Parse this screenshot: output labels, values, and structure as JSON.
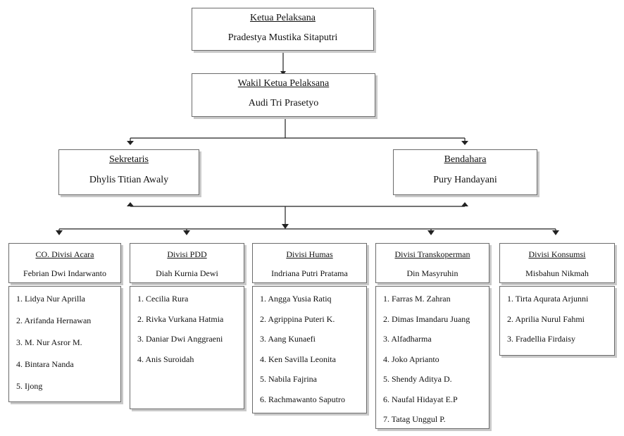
{
  "ketua": {
    "title": "Ketua Pelaksana",
    "name": "Pradestya Mustika Sitaputri"
  },
  "wakil": {
    "title": "Wakil Ketua Pelaksana",
    "name": "Audi Tri Prasetyo"
  },
  "sekretaris": {
    "title": "Sekretaris",
    "name": "Dhylis Titian Awaly"
  },
  "bendahara": {
    "title": "Bendahara",
    "name": "Pury Handayani"
  },
  "divisions": [
    {
      "title": "CO. Divisi  Acara",
      "head": "Febrian Dwi Indarwanto",
      "members": [
        "1. Lidya Nur Aprilla",
        "2. Arifanda Hernawan",
        "3. M. Nur Asror M.",
        "4. Bintara Nanda",
        "5. Ijong"
      ]
    },
    {
      "title": "Divisi PDD",
      "head": "Diah Kurnia Dewi",
      "members": [
        "1. Cecilia  Rura",
        "2. Rivka Vurkana Hatmia",
        "3. Daniar Dwi  Anggraeni",
        "4. Anis  Suroidah"
      ]
    },
    {
      "title": "Divisi  Humas",
      "head": "Indriana Putri Pratama",
      "members": [
        "1. Angga  Yusia  Ratiq",
        "2. Agrippina  Puteri  K.",
        "3. Aang  Kunaefi",
        "4. Ken  Savilla  Leonita",
        "5. Nabila  Fajrina",
        "6. Rachmawanto Saputro"
      ]
    },
    {
      "title": "Divisi  Transkoperman",
      "head": "Din Masyruhin",
      "members": [
        "1. Farras M.  Zahran",
        "2. Dimas  Imandaru Juang",
        "3. Alfadharma",
        "4. Joko  Aprianto",
        "5. Shendy  Aditya D.",
        "6. Naufal Hidayat E.P",
        "7. Tatag Unggul  P."
      ]
    },
    {
      "title": "Divisi  Konsumsi",
      "head": "Misbahun Nikmah",
      "members": [
        "1. Tirta  Aqurata Arjunni",
        "2. Aprilia  Nurul  Fahmi",
        "3. Fradellia  Firdaisy"
      ]
    }
  ]
}
